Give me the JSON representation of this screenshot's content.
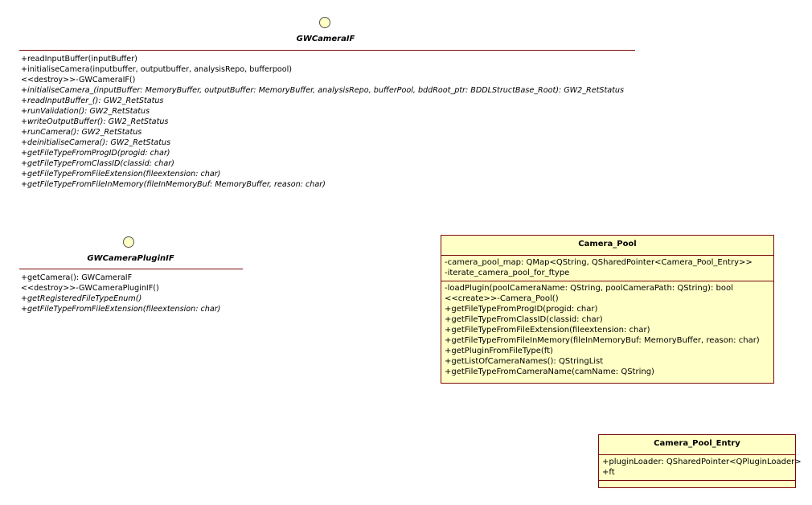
{
  "gwcamera_if": {
    "name": "GWCameraIF",
    "operations": [
      {
        "text": "+readInputBuffer(inputBuffer)",
        "abstract": false
      },
      {
        "text": "+initialiseCamera(inputbuffer, outputbuffer, analysisRepo, bufferpool)",
        "abstract": false
      },
      {
        "text": "<<destroy>>-GWCameraIF()",
        "abstract": false
      },
      {
        "text": "+initialiseCamera_(inputBuffer: MemoryBuffer, outputBuffer: MemoryBuffer, analysisRepo, bufferPool, bddRoot_ptr: BDDLStructBase_Root): GW2_RetStatus",
        "abstract": true
      },
      {
        "text": "+readInputBuffer_(): GW2_RetStatus",
        "abstract": true
      },
      {
        "text": "+runValidation(): GW2_RetStatus",
        "abstract": true
      },
      {
        "text": "+writeOutputBuffer(): GW2_RetStatus",
        "abstract": true
      },
      {
        "text": "+runCamera(): GW2_RetStatus",
        "abstract": true
      },
      {
        "text": "+deinitialiseCamera(): GW2_RetStatus",
        "abstract": true
      },
      {
        "text": "+getFileTypeFromProgID(progid: char)",
        "abstract": true
      },
      {
        "text": "+getFileTypeFromClassID(classid: char)",
        "abstract": true
      },
      {
        "text": "+getFileTypeFromFileExtension(fileextension: char)",
        "abstract": true
      },
      {
        "text": "+getFileTypeFromFileInMemory(fileInMemoryBuf: MemoryBuffer, reason: char)",
        "abstract": true
      }
    ]
  },
  "gwcameraplugin_if": {
    "name": "GWCameraPluginIF",
    "operations": [
      {
        "text": "+getCamera(): GWCameraIF",
        "abstract": false
      },
      {
        "text": "<<destroy>>-GWCameraPluginIF()",
        "abstract": false
      },
      {
        "text": "+getRegisteredFileTypeEnum()",
        "abstract": true
      },
      {
        "text": "+getFileTypeFromFileExtension(fileextension: char)",
        "abstract": true
      }
    ]
  },
  "camera_pool": {
    "name": "Camera_Pool",
    "attributes": [
      "-camera_pool_map: QMap<QString, QSharedPointer<Camera_Pool_Entry>>",
      "-iterate_camera_pool_for_ftype"
    ],
    "operations": [
      "-loadPlugin(poolCameraName: QString, poolCameraPath: QString): bool",
      "<<create>>-Camera_Pool()",
      "+getFileTypeFromProgID(progid: char)",
      "+getFileTypeFromClassID(classid: char)",
      "+getFileTypeFromFileExtension(fileextension: char)",
      "+getFileTypeFromFileInMemory(fileInMemoryBuf: MemoryBuffer, reason: char)",
      "+getPluginFromFileType(ft)",
      "+getListOfCameraNames(): QStringList",
      "+getFileTypeFromCameraName(camName: QString)"
    ]
  },
  "camera_pool_entry": {
    "name": "Camera_Pool_Entry",
    "attributes": [
      "+pluginLoader: QSharedPointer<QPluginLoader>",
      "+ft"
    ],
    "operations": []
  },
  "colors": {
    "class_fill": "#ffffc6",
    "border": "#7a0a0a"
  }
}
